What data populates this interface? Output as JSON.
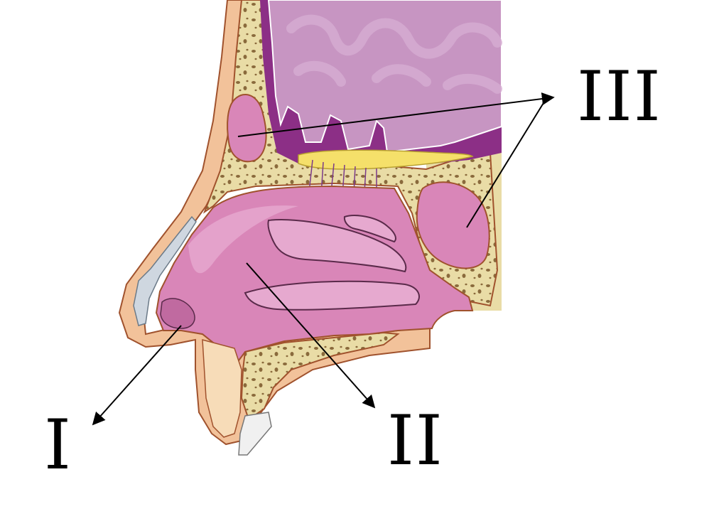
{
  "labels": {
    "one": "I",
    "two": "II",
    "three": "III"
  },
  "colors": {
    "skin": "#f2c29a",
    "skin_outline": "#a0522d",
    "bone": "#e9dca6",
    "bone_spot": "#8a6a3c",
    "mucosa": "#d986b8",
    "mucosa_light": "#e6a9cf",
    "brain_dark": "#8c2f86",
    "brain_light": "#c795c2",
    "olfactory": "#f5e06a",
    "cartilage": "#cfd7e0",
    "arrow": "#000000"
  }
}
